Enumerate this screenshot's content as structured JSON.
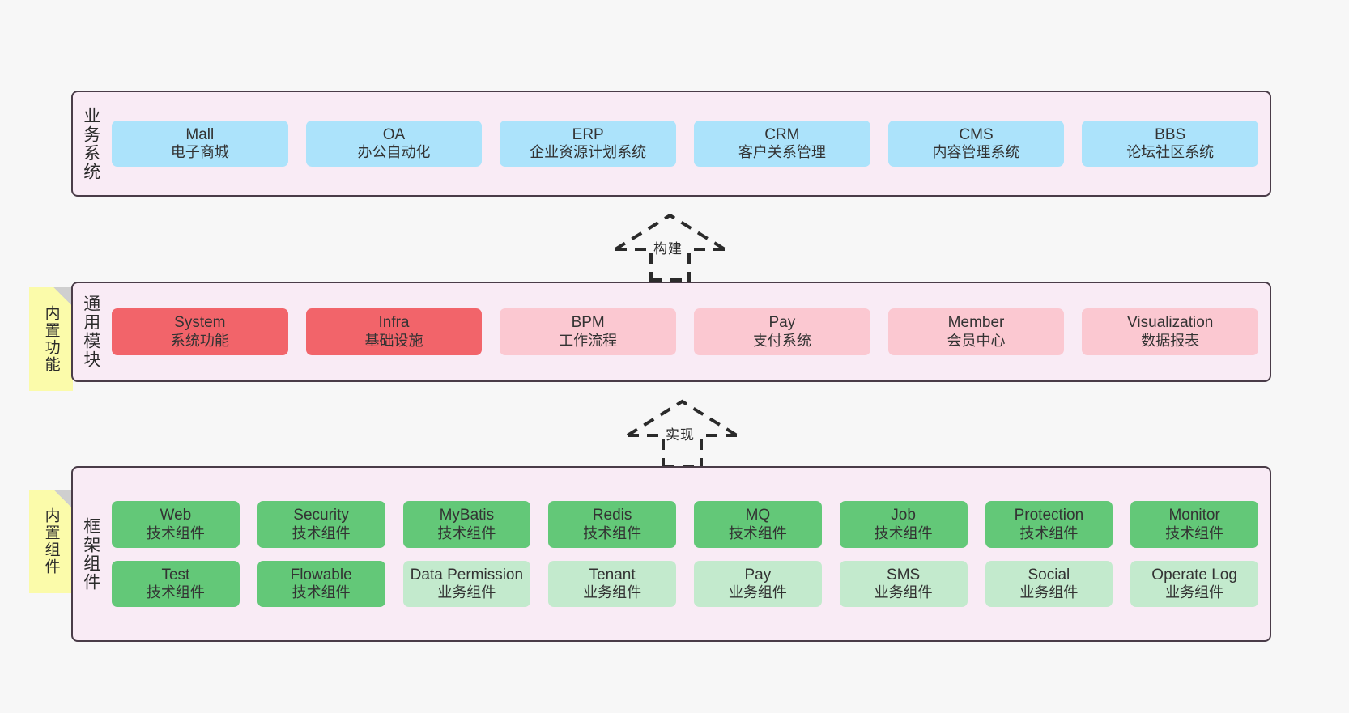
{
  "layers": [
    {
      "id": "business",
      "title": "业务系统",
      "note": null,
      "rows": [
        [
          {
            "name": "Mall",
            "desc": "电子商城",
            "color": "c-blue"
          },
          {
            "name": "OA",
            "desc": "办公自动化",
            "color": "c-blue"
          },
          {
            "name": "ERP",
            "desc": "企业资源计划系统",
            "color": "c-blue"
          },
          {
            "name": "CRM",
            "desc": "客户关系管理",
            "color": "c-blue"
          },
          {
            "name": "CMS",
            "desc": "内容管理系统",
            "color": "c-blue"
          },
          {
            "name": "BBS",
            "desc": "论坛社区系统",
            "color": "c-blue"
          }
        ]
      ]
    },
    {
      "id": "common",
      "title": "通用模块",
      "note": "内置功能",
      "rows": [
        [
          {
            "name": "System",
            "desc": "系统功能",
            "color": "c-red"
          },
          {
            "name": "Infra",
            "desc": "基础设施",
            "color": "c-red"
          },
          {
            "name": "BPM",
            "desc": "工作流程",
            "color": "c-pink"
          },
          {
            "name": "Pay",
            "desc": "支付系统",
            "color": "c-pink"
          },
          {
            "name": "Member",
            "desc": "会员中心",
            "color": "c-pink"
          },
          {
            "name": "Visualization",
            "desc": "数据报表",
            "color": "c-pink"
          }
        ]
      ]
    },
    {
      "id": "framework",
      "title": "框架组件",
      "note": "内置组件",
      "rows": [
        [
          {
            "name": "Web",
            "desc": "技术组件",
            "color": "c-green"
          },
          {
            "name": "Security",
            "desc": "技术组件",
            "color": "c-green"
          },
          {
            "name": "MyBatis",
            "desc": "技术组件",
            "color": "c-green"
          },
          {
            "name": "Redis",
            "desc": "技术组件",
            "color": "c-green"
          },
          {
            "name": "MQ",
            "desc": "技术组件",
            "color": "c-green"
          },
          {
            "name": "Job",
            "desc": "技术组件",
            "color": "c-green"
          },
          {
            "name": "Protection",
            "desc": "技术组件",
            "color": "c-green"
          },
          {
            "name": "Monitor",
            "desc": "技术组件",
            "color": "c-green"
          }
        ],
        [
          {
            "name": "Test",
            "desc": "技术组件",
            "color": "c-green"
          },
          {
            "name": "Flowable",
            "desc": "技术组件",
            "color": "c-green"
          },
          {
            "name": "Data Permission",
            "desc": "业务组件",
            "color": "c-lightgreen"
          },
          {
            "name": "Tenant",
            "desc": "业务组件",
            "color": "c-lightgreen"
          },
          {
            "name": "Pay",
            "desc": "业务组件",
            "color": "c-lightgreen"
          },
          {
            "name": "SMS",
            "desc": "业务组件",
            "color": "c-lightgreen"
          },
          {
            "name": "Social",
            "desc": "业务组件",
            "color": "c-lightgreen"
          },
          {
            "name": "Operate Log",
            "desc": "业务组件",
            "color": "c-lightgreen"
          }
        ]
      ]
    }
  ],
  "connectors": [
    {
      "id": "build",
      "label": "构建"
    },
    {
      "id": "implement",
      "label": "实现"
    }
  ],
  "colors": {
    "canvas_background": "#f7f7f7",
    "layer_background": "#f9ebf5",
    "layer_border": "#4a3c48",
    "note_background": "#fbfbaa",
    "note_fold": "#cfcfcf",
    "blue": "#ace3fb",
    "red": "#f2646a",
    "pink": "#fbc8d1",
    "green": "#63c878",
    "light_green": "#c3eacd",
    "connector_stroke": "#2b2b2b"
  }
}
